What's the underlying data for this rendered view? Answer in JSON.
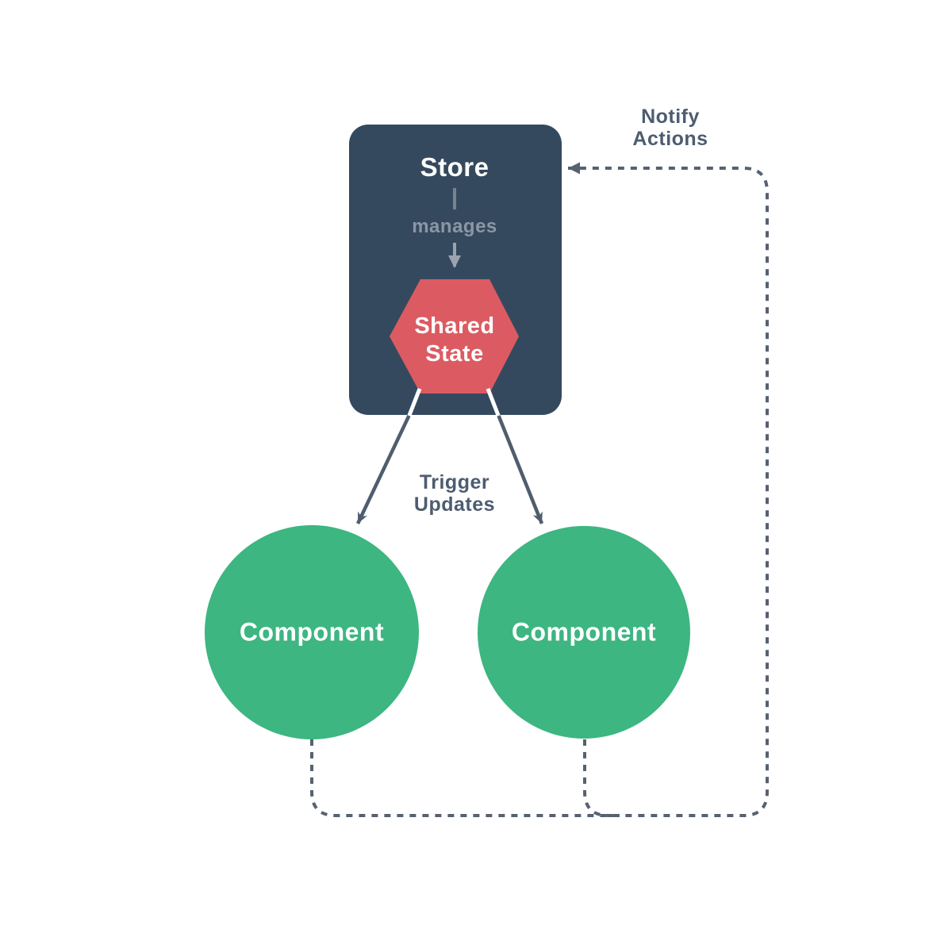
{
  "diagram": {
    "store": {
      "title": "Store",
      "manages_label": "manages",
      "shared_state": {
        "line1": "Shared",
        "line2": "State"
      }
    },
    "components": [
      {
        "label": "Component"
      },
      {
        "label": "Component"
      }
    ],
    "labels": {
      "notify": {
        "line1": "Notify",
        "line2": "Actions"
      },
      "trigger": {
        "line1": "Trigger",
        "line2": "Updates"
      }
    },
    "colors": {
      "store_bg": "#35495E",
      "shared_state_bg": "#DC5B62",
      "component_bg": "#3DB681",
      "label_text": "#4D5C70",
      "muted_text": "#8C96A4",
      "white_text": "#FFFFFF",
      "dashed_line": "#566171",
      "solid_arrow": "#4F5D6E",
      "manages_arrow": "#9AA3AF",
      "tick": "#79828F"
    }
  }
}
